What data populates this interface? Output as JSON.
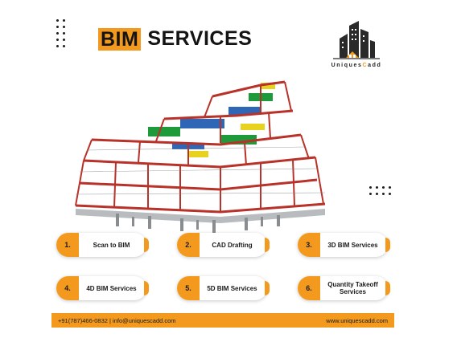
{
  "title": {
    "highlight": "BIM",
    "rest": "SERVICES"
  },
  "logo": {
    "brand_prefix": "Uniques",
    "brand_highlight": "C",
    "brand_suffix": "add"
  },
  "services": [
    {
      "number": "1.",
      "label": "Scan to BIM"
    },
    {
      "number": "2.",
      "label": "CAD Drafting"
    },
    {
      "number": "3.",
      "label": "3D BIM Services"
    },
    {
      "number": "4.",
      "label": "4D BIM Services"
    },
    {
      "number": "5.",
      "label": "5D BIM Services"
    },
    {
      "number": "6.",
      "label": "Quantity Takeoff Services"
    }
  ],
  "footer": {
    "contact": "+91(787)466-0832 | info@uniquescadd.com",
    "website": "www.uniquescadd.com"
  },
  "colors": {
    "accent": "#f39a1e",
    "steel": "#b8322a",
    "text": "#141414"
  }
}
